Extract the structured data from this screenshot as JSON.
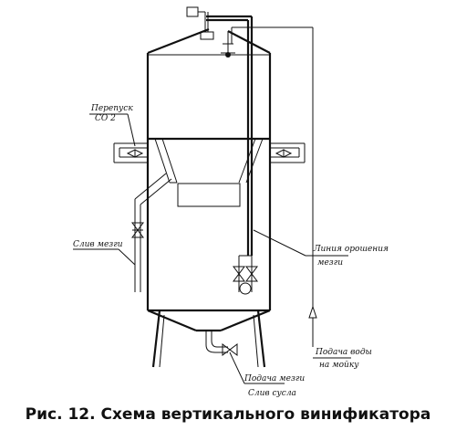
{
  "labels": {
    "co2_line1": "Перепуск",
    "co2_line2": "СО 2",
    "drain_waste": "Слив мезги",
    "circulation_line1": "Линия орошения",
    "circulation_line2": "мезги",
    "water_line1": "Подача воды",
    "water_line2": "на мойку",
    "feed_mash": "Подача мезги",
    "drain_must": "Слив сусла"
  },
  "caption": "Рис. 12. Схема вертикального винификатора"
}
